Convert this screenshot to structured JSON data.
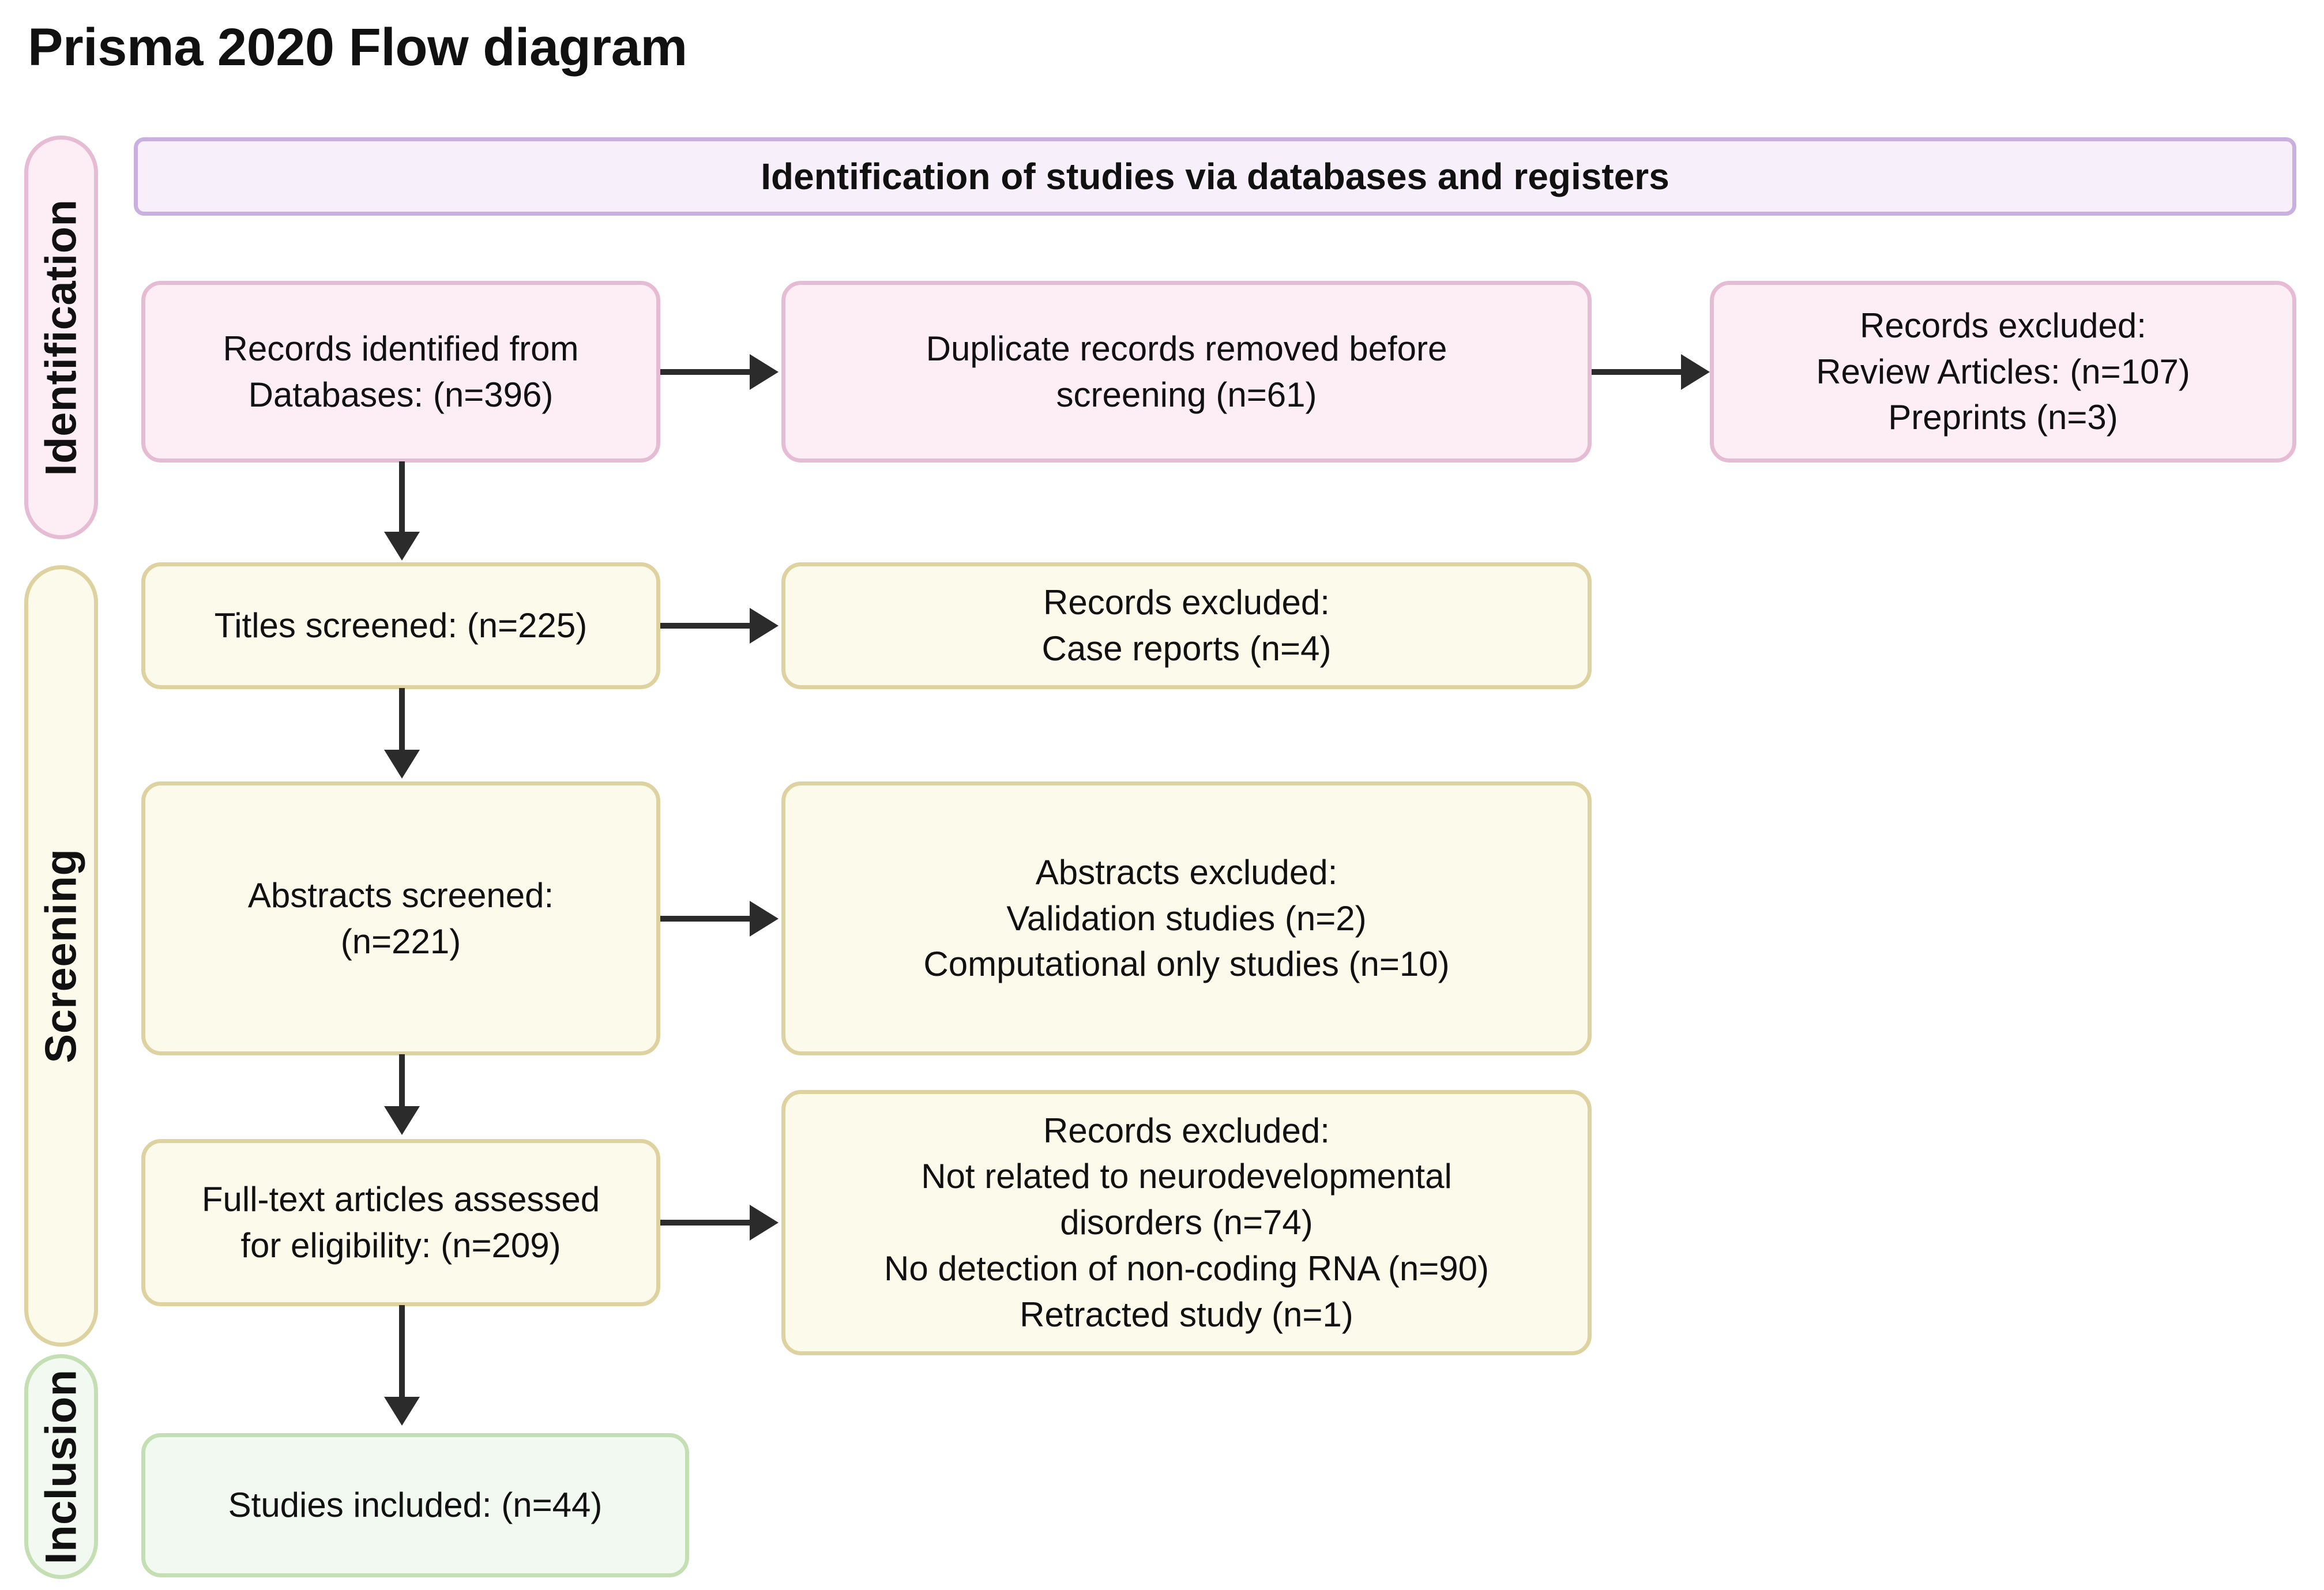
{
  "title": "Prisma 2020 Flow diagram",
  "stages": [
    {
      "key": "identification",
      "label": "Identification",
      "color": "#fdeef5",
      "border": "#e6bcd4"
    },
    {
      "key": "screening",
      "label": "Screening",
      "color": "#fcfaea",
      "border": "#ddd2a0"
    },
    {
      "key": "inclusion",
      "label": "Inclusion",
      "color": "#f2f9f0",
      "border": "#c4dfb4"
    }
  ],
  "banner": {
    "label": "Identification of studies via databases and registers",
    "color": "#f7f0fb",
    "border": "#c9b0e0"
  },
  "nodes": {
    "records_identified": "Records identified from\nDatabases: (n=396)",
    "duplicates_removed": "Duplicate records removed before\nscreening (n=61)",
    "records_excluded_identification": "Records excluded:\nReview Articles: (n=107)\nPreprints (n=3)",
    "titles_screened": "Titles screened: (n=225)",
    "records_excluded_titles": "Records excluded:\nCase reports  (n=4)",
    "abstracts_screened": "Abstracts screened:\n(n=221)",
    "abstracts_excluded": "Abstracts excluded:\nValidation studies (n=2)\nComputational only studies (n=10)",
    "fulltext_assessed": "Full-text articles assessed\nfor eligibility: (n=209)",
    "records_excluded_fulltext": "Records excluded:\nNot related to neurodevelopmental\ndisorders (n=74)\nNo detection of non-coding RNA (n=90)\nRetracted study (n=1)",
    "studies_included": "Studies included: (n=44)"
  },
  "chart_data": {
    "type": "diagram",
    "title": "Prisma 2020 Flow diagram",
    "flow": [
      {
        "stage": "Identification",
        "label": "Records identified from Databases",
        "n": 396
      },
      {
        "stage": "Identification",
        "label": "Duplicate records removed before screening",
        "n": 61
      },
      {
        "stage": "Identification",
        "label": "Records excluded: Review Articles",
        "n": 107
      },
      {
        "stage": "Identification",
        "label": "Records excluded: Preprints",
        "n": 3
      },
      {
        "stage": "Screening",
        "label": "Titles screened",
        "n": 225
      },
      {
        "stage": "Screening",
        "label": "Records excluded: Case reports",
        "n": 4
      },
      {
        "stage": "Screening",
        "label": "Abstracts screened",
        "n": 221
      },
      {
        "stage": "Screening",
        "label": "Abstracts excluded: Validation studies",
        "n": 2
      },
      {
        "stage": "Screening",
        "label": "Abstracts excluded: Computational only studies",
        "n": 10
      },
      {
        "stage": "Screening",
        "label": "Full-text articles assessed for eligibility",
        "n": 209
      },
      {
        "stage": "Screening",
        "label": "Records excluded: Not related to neurodevelopmental disorders",
        "n": 74
      },
      {
        "stage": "Screening",
        "label": "Records excluded: No detection of non-coding RNA",
        "n": 90
      },
      {
        "stage": "Screening",
        "label": "Records excluded: Retracted study",
        "n": 1
      },
      {
        "stage": "Inclusion",
        "label": "Studies included",
        "n": 44
      }
    ]
  }
}
